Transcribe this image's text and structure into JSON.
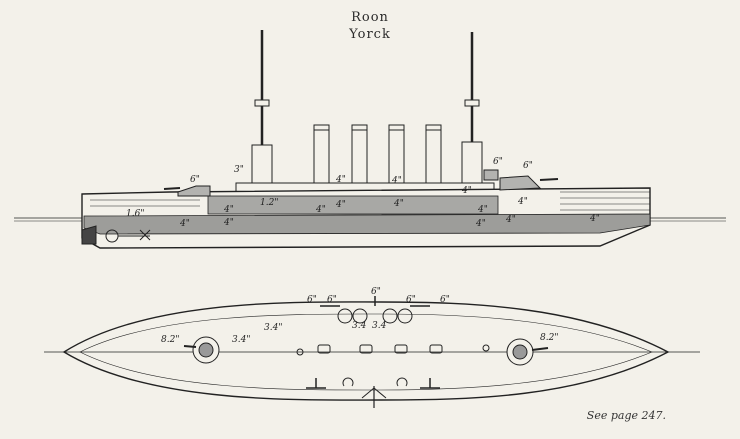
{
  "plate": {
    "names": [
      "Roon",
      "Yorck"
    ],
    "see_page": "See page 247."
  },
  "profile": {
    "labels": {
      "gun_fwd_deck": "6\"",
      "gun_fwd_bridge": "3\"",
      "gun_aft_bridge_1": "6\"",
      "gun_aft_bridge_2": "6\"",
      "belt_fwd": "1.6\"",
      "belt_mid": "1.2\"",
      "gun_mid_1": "4\"",
      "gun_mid_2": "4\"",
      "cas_1": "4\"",
      "cas_2": "4\"",
      "cas_3": "4\"",
      "cas_4": "4\"",
      "cas_5": "4\"",
      "cas_6": "4\"",
      "cas_7": "4\"",
      "belt_aft": "4\"",
      "stern_belt": "4\"",
      "bow_belt": "4\"",
      "small_1": "4\"",
      "small_2": "4\""
    }
  },
  "plan": {
    "labels": {
      "six_1": "6\"",
      "six_2": "6\"",
      "six_3": "6\"",
      "six_4": "6\"",
      "six_5": "6\"",
      "three_1": "3.4\"",
      "three_2": "3.4\"",
      "three_3": "3.4",
      "three_4": "3.4",
      "eight_fwd": "8.2\"",
      "eight_aft": "8.2\""
    }
  }
}
